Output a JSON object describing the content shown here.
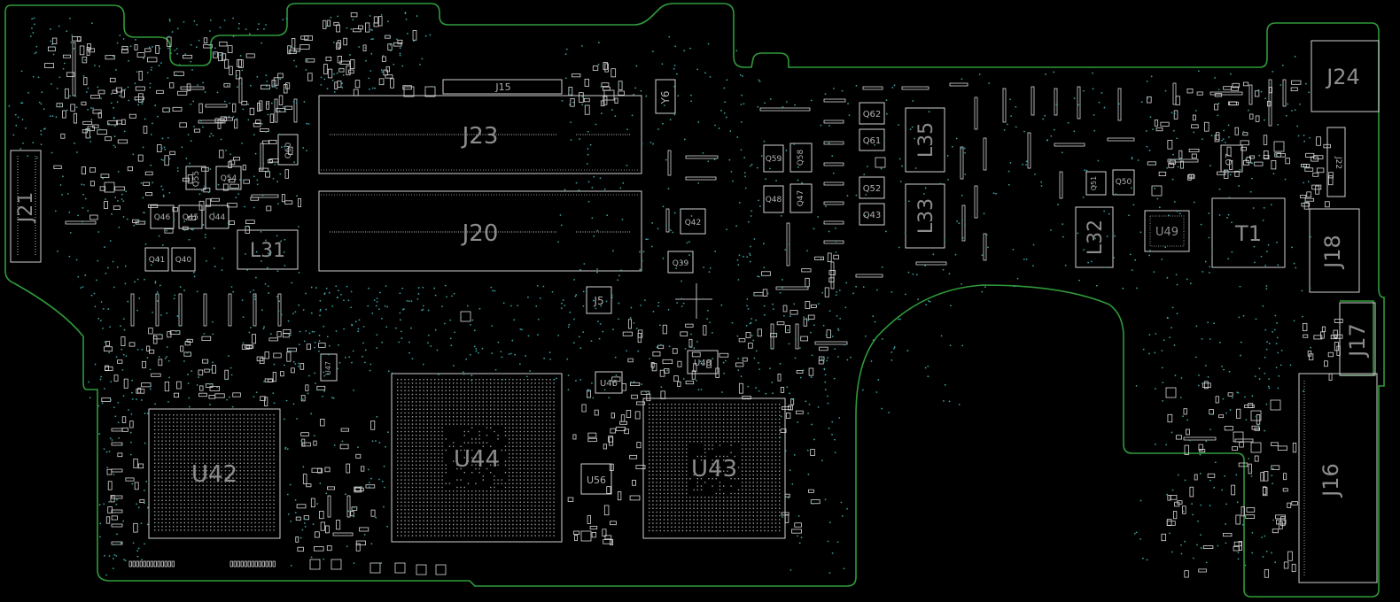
{
  "board": {
    "outline_color": "#2f9a3a",
    "component_color": "#cfcfcf",
    "label_color": "#8c8c8c",
    "via_color": "#3b9fa0"
  },
  "labels": {
    "J21": "J21",
    "J23": "J23",
    "J20": "J20",
    "J15": "J15",
    "L31": "L31",
    "U42": "U42",
    "U44": "U44",
    "U43": "U43",
    "U56": "U56",
    "U46": "U46",
    "U48": "U48",
    "U47": "U47",
    "J5": "J5",
    "Y6": "Y6",
    "Q39": "Q39",
    "Q42": "Q42",
    "Q60": "Q60",
    "Q55": "Q55",
    "Q54": "Q54",
    "Q46": "Q46",
    "Q45": "Q45",
    "Q44": "Q44",
    "Q41": "Q41",
    "Q40": "Q40",
    "Q59": "Q59",
    "Q58": "Q58",
    "Q48": "Q48",
    "Q47": "Q47",
    "Q62": "Q62",
    "Q61": "Q61",
    "Q52": "Q52",
    "Q43": "Q43",
    "L35": "L35",
    "L33": "L33",
    "L32": "L32",
    "U49": "U49",
    "T1": "T1",
    "Q51": "Q51",
    "Q50": "Q50",
    "Q7": "Q7",
    "J24": "J24",
    "J22": "J22",
    "J18": "J18",
    "J17": "J17",
    "J16": "J16"
  }
}
